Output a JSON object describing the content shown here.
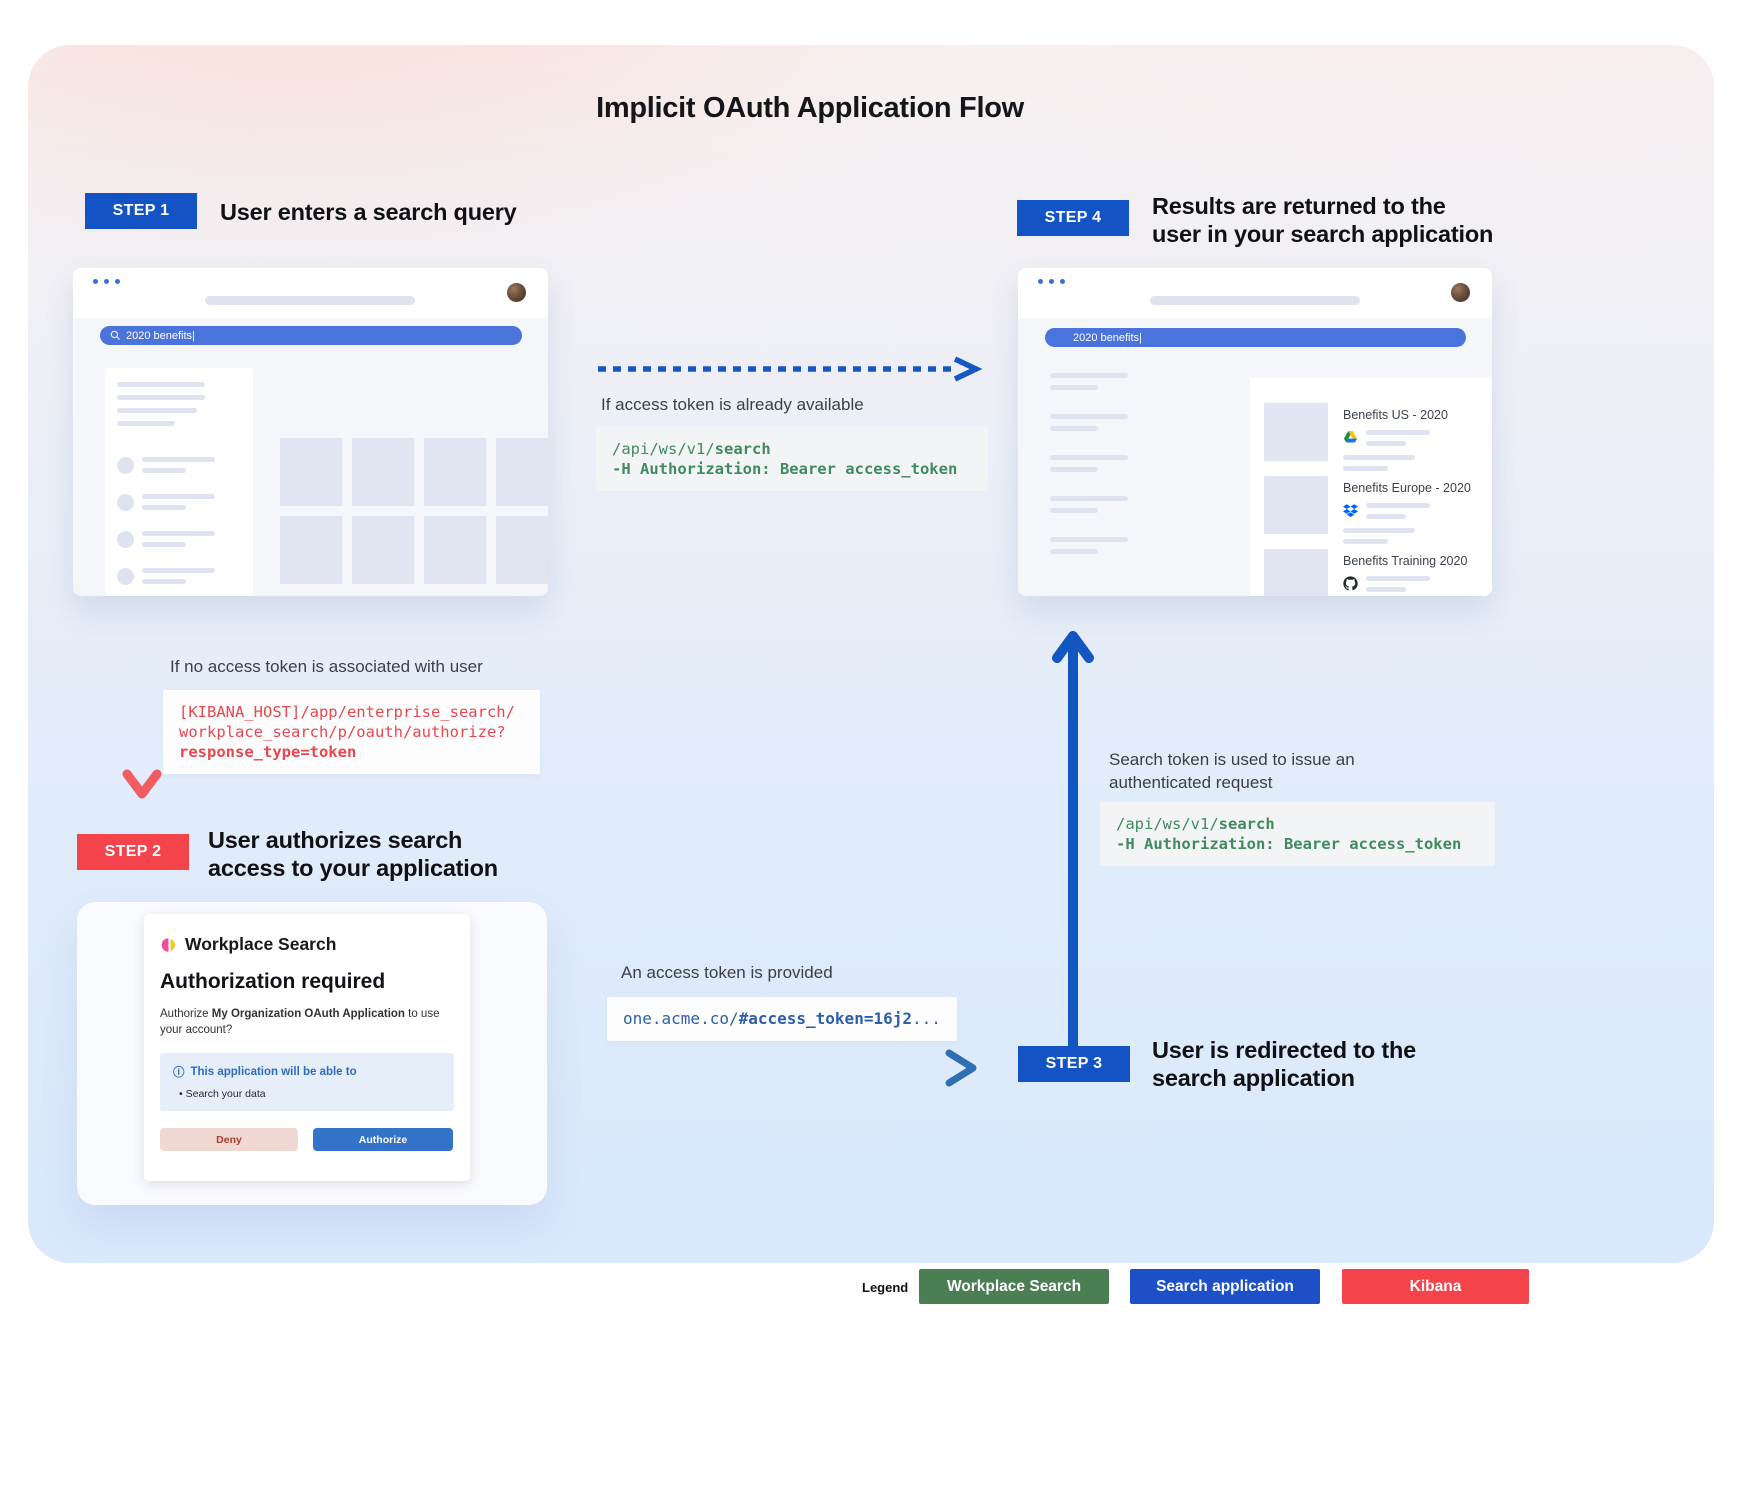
{
  "title": "Implicit OAuth Application Flow",
  "step1": {
    "badge": "STEP 1",
    "title": "User enters a search query"
  },
  "step2": {
    "badge": "STEP 2",
    "title": "User authorizes search access to your application"
  },
  "step3": {
    "badge": "STEP 3",
    "title": "User is redirected to the search application"
  },
  "step4": {
    "badge": "STEP 4",
    "title": "Results are returned to the user in your search application"
  },
  "browser1": {
    "search_query": "2020 benefits|"
  },
  "browser2": {
    "search_query": "2020 benefits|",
    "results": [
      {
        "title": "Benefits US - 2020",
        "source_icon": "google-drive-icon"
      },
      {
        "title": "Benefits Europe - 2020",
        "source_icon": "dropbox-icon"
      },
      {
        "title": "Benefits Training 2020",
        "source_icon": "github-icon"
      }
    ]
  },
  "flow": {
    "token_available": {
      "label": "If access token is already available",
      "code_line1_prefix": "/api/ws/v1/",
      "code_line1_bold": "search",
      "code_line2": "-H Authorization: Bearer access_token"
    },
    "no_token": {
      "label": "If no access token is associated with user",
      "code_line1": "[KIBANA_HOST]/app/enterprise_search/",
      "code_line2": "workplace_search/p/oauth/authorize?",
      "code_line3": "response_type=token"
    },
    "token_provided": {
      "label": "An access token is provided",
      "code_prefix": "one.acme.co/",
      "code_bold": "#access_token=16j2",
      "code_suffix": "..."
    },
    "authenticated_request": {
      "label": "Search token is used to issue an authenticated request",
      "code_line1_prefix": "/api/ws/v1/",
      "code_line1_bold": "search",
      "code_line2": "-H Authorization: Bearer access_token"
    }
  },
  "auth_dialog": {
    "app_name": "Workplace Search",
    "heading": "Authorization required",
    "body_prefix": "Authorize ",
    "body_bold": "My Organization OAuth Application",
    "body_suffix": " to use your account?",
    "info_icon": "ⓘ",
    "bullet": "•",
    "info_title": "This application will be able to",
    "info_item": "Search your data",
    "deny_label": "Deny",
    "authorize_label": "Authorize"
  },
  "legend": {
    "label": "Legend",
    "items": [
      {
        "label": "Workplace Search",
        "color": "#4c7e53"
      },
      {
        "label": "Search application",
        "color": "#1d50c8"
      },
      {
        "label": "Kibana",
        "color": "#f4434b"
      }
    ]
  },
  "colors": {
    "step_blue": "#1353c5",
    "step_red": "#f4434b",
    "code_green": "#3f8b5f",
    "code_red": "#e8474d",
    "code_blue": "#2d5fa8",
    "search_pill_blue": "#4b73dc"
  }
}
